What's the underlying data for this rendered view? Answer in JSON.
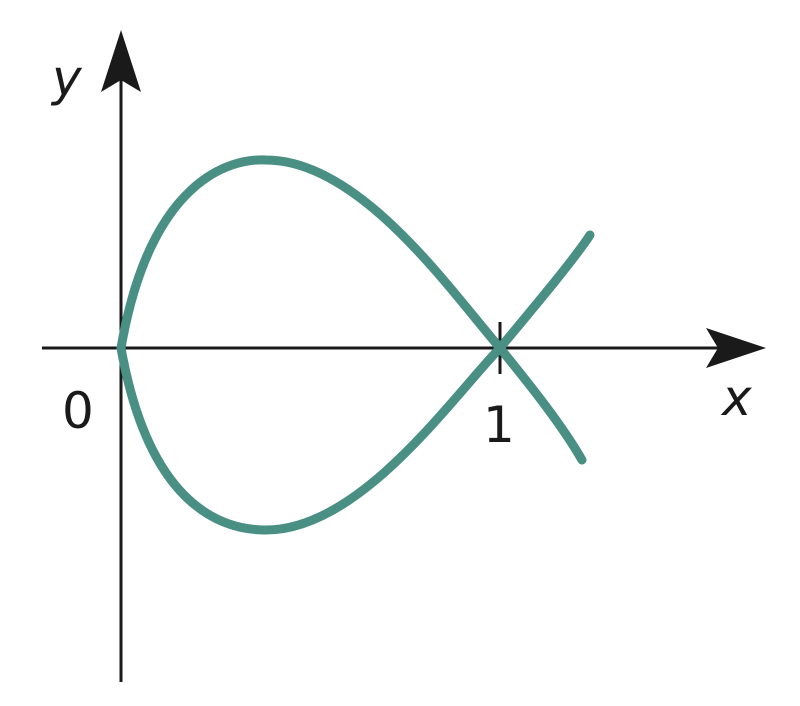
{
  "axes": {
    "x_label": "x",
    "y_label": "y",
    "origin_label": "0",
    "tick_label": "1"
  },
  "colors": {
    "curve": "#4a8f84",
    "axes": "#1a1a1a"
  }
}
